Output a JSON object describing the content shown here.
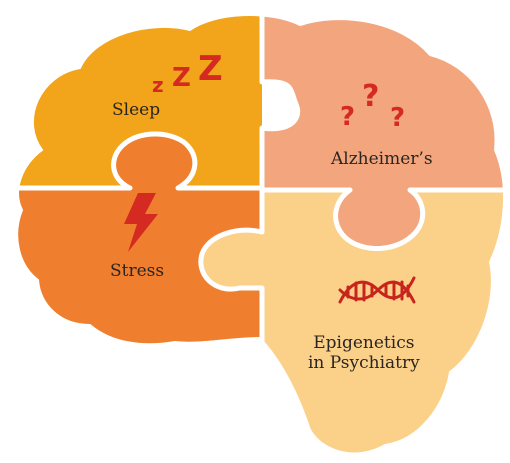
{
  "pieces": {
    "sleep": {
      "label": "Sleep",
      "icon": "zzz-icon",
      "color": "#f2a51a"
    },
    "alzheimers": {
      "label": "Alzheimer’s",
      "icon": "question-marks-icon",
      "color": "#f3a67e"
    },
    "stress": {
      "label": "Stress",
      "icon": "lightning-bolt-icon",
      "color": "#ef7f2e"
    },
    "epigenetics": {
      "label_line1": "Epigenetics",
      "label_line2": "in Psychiatry",
      "icon": "dna-icon",
      "color": "#fbd18a"
    }
  },
  "icons": {
    "zzz": [
      "z",
      "Z",
      "Z"
    ],
    "question_marks": [
      "?",
      "?",
      "?"
    ]
  },
  "colors": {
    "icon_red": "#d42a22",
    "divider": "#ffffff",
    "text": "#2a2522"
  }
}
